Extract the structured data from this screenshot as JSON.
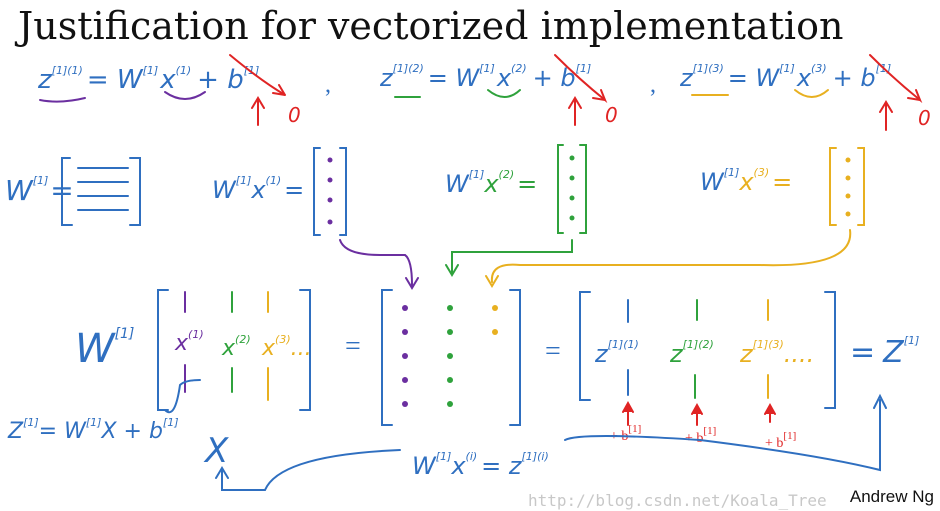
{
  "title": "Justification for vectorized implementation",
  "author": "Andrew Ng",
  "watermark": "http://blog.csdn.net/Koala_Tree",
  "colors": {
    "blue": "#2f6fc0",
    "purple": "#6b2fa0",
    "green": "#2fa23c",
    "yellow": "#e8b020",
    "red": "#e02424"
  },
  "row1": [
    {
      "z": "z",
      "zsup": "[1](1)",
      "eq": "= W",
      "wsup": "[1]",
      "x": "x",
      "xsup": "(1)",
      "plus": "+ b",
      "bsup": "[1]",
      "zero": "0"
    },
    {
      "z": "z",
      "zsup": "[1](2)",
      "eq": "= W",
      "wsup": "[1]",
      "x": "x",
      "xsup": "(2)",
      "plus": "+ b",
      "bsup": "[1]",
      "zero": "0"
    },
    {
      "z": "z",
      "zsup": "[1](3)",
      "eq": "= W",
      "wsup": "[1]",
      "x": "x",
      "xsup": "(3)",
      "plus": "+ b",
      "bsup": "[1]",
      "zero": "0"
    }
  ],
  "comma": ",",
  "row2": {
    "w_def": {
      "w": "W",
      "sup": "[1]",
      "eq": "="
    },
    "products": [
      {
        "w": "W",
        "wsup": "[1]",
        "x": "x",
        "xsup": "(1)",
        "eq": "="
      },
      {
        "w": "W",
        "wsup": "[1]",
        "x": "x",
        "xsup": "(2)",
        "eq": "="
      },
      {
        "w": "W",
        "wsup": "[1]",
        "x": "x",
        "xsup": "(3)",
        "eq": "="
      }
    ]
  },
  "row3": {
    "w": "W",
    "wsup": "[1]",
    "x_cols": [
      {
        "x": "x",
        "sup": "(1)"
      },
      {
        "x": "x",
        "sup": "(2)"
      },
      {
        "x": "x",
        "sup": "(3)"
      }
    ],
    "ellipsis": "...",
    "eq": "=",
    "z_cols": [
      {
        "z": "z",
        "sup": "[1](1)"
      },
      {
        "z": "z",
        "sup": "[1](2)"
      },
      {
        "z": "z",
        "sup": "[1](3)"
      }
    ],
    "z_ellipsis": "....",
    "result": "Z",
    "result_sup": "[1]",
    "plus_b": "+ b",
    "plus_b_sup": "[1]"
  },
  "bottom": {
    "full_eq": {
      "z": "Z",
      "zsup": "[1]",
      "eq": "= W",
      "wsup": "[1]",
      "rest": "X + b",
      "bsup": "[1]"
    },
    "X": "X",
    "general": {
      "w": "W",
      "wsup": "[1]",
      "x": "x",
      "xsup": "(i)",
      "eq": "= z",
      "zsup": "[1](i)"
    }
  }
}
